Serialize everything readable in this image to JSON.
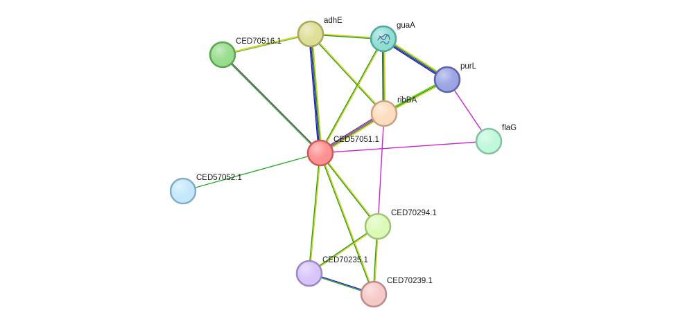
{
  "nodes": [
    {
      "id": "CED57051.1",
      "label": "CED57051.1",
      "fill": "#fd8f8f",
      "stroke": "#cf5a5a"
    },
    {
      "id": "adhE",
      "label": "adhE",
      "fill": "#dede96",
      "stroke": "#a7a75e"
    },
    {
      "id": "guaA",
      "label": "guaA",
      "fill": "#8fddd2",
      "stroke": "#4fa79d",
      "has_structure": true
    },
    {
      "id": "purL",
      "label": "purL",
      "fill": "#9aa3e3",
      "stroke": "#5c64ab"
    },
    {
      "id": "CED70516.1",
      "label": "CED70516.1",
      "fill": "#95dc8b",
      "stroke": "#5ba64f"
    },
    {
      "id": "ribBA",
      "label": "ribBA",
      "fill": "#fcdcbc",
      "stroke": "#c8a282"
    },
    {
      "id": "flaG",
      "label": "flaG",
      "fill": "#bff8da",
      "stroke": "#85c2a1"
    },
    {
      "id": "CED57052.1",
      "label": "CED57052.1",
      "fill": "#c3e7fb",
      "stroke": "#85aec6"
    },
    {
      "id": "CED70294.1",
      "label": "CED70294.1",
      "fill": "#dcf9b6",
      "stroke": "#a2c37a"
    },
    {
      "id": "CED70235.1",
      "label": "CED70235.1",
      "fill": "#d7c3fb",
      "stroke": "#9e87c4"
    },
    {
      "id": "CED70239.1",
      "label": "CED70239.1",
      "fill": "#f6c8c8",
      "stroke": "#be8b8b"
    }
  ],
  "edges": [
    {
      "source": "CED70516.1",
      "target": "adhE",
      "colors": [
        "#d4d400",
        "#7ab84a"
      ]
    },
    {
      "source": "CED70516.1",
      "target": "CED57051.1",
      "colors": [
        "#4a4a4a",
        "#2e9a2e"
      ]
    },
    {
      "source": "adhE",
      "target": "guaA",
      "colors": [
        "#d4d400",
        "#2e9a2e"
      ]
    },
    {
      "source": "adhE",
      "target": "ribBA",
      "colors": [
        "#d4d400",
        "#2e9a2e"
      ]
    },
    {
      "source": "adhE",
      "target": "CED57051.1",
      "colors": [
        "#d4d400",
        "#2e9a2e",
        "#2222cc",
        "#222288"
      ]
    },
    {
      "source": "guaA",
      "target": "purL",
      "colors": [
        "#d4d400",
        "#2e9a2e",
        "#2222cc",
        "#222288"
      ]
    },
    {
      "source": "guaA",
      "target": "ribBA",
      "colors": [
        "#d4d400",
        "#2e9a2e",
        "#555555"
      ]
    },
    {
      "source": "guaA",
      "target": "CED57051.1",
      "colors": [
        "#d4d400",
        "#2e9a2e"
      ]
    },
    {
      "source": "purL",
      "target": "ribBA",
      "colors": [
        "#d4d400",
        "#2e9a2e",
        "#55cc00"
      ]
    },
    {
      "source": "purL",
      "target": "flaG",
      "colors": [
        "#cc22cc"
      ]
    },
    {
      "source": "ribBA",
      "target": "CED57051.1",
      "colors": [
        "#d4d400",
        "#2e9a2e",
        "#cc22cc",
        "#555555"
      ]
    },
    {
      "source": "ribBA",
      "target": "CED70294.1",
      "colors": [
        "#cc22cc"
      ]
    },
    {
      "source": "flaG",
      "target": "CED57051.1",
      "colors": [
        "#cc22cc"
      ]
    },
    {
      "source": "CED57052.1",
      "target": "CED57051.1",
      "colors": [
        "#2eaa2e"
      ]
    },
    {
      "source": "CED57051.1",
      "target": "CED70294.1",
      "colors": [
        "#d4d400",
        "#2e9a2e"
      ]
    },
    {
      "source": "CED57051.1",
      "target": "CED70235.1",
      "colors": [
        "#d4d400",
        "#2e9a2e"
      ]
    },
    {
      "source": "CED57051.1",
      "target": "CED70239.1",
      "colors": [
        "#d4d400",
        "#2e9a2e"
      ]
    },
    {
      "source": "CED70294.1",
      "target": "CED70235.1",
      "colors": [
        "#d4d400",
        "#2e9a2e"
      ]
    },
    {
      "source": "CED70294.1",
      "target": "CED70239.1",
      "colors": [
        "#d4d400",
        "#2e9a2e"
      ]
    },
    {
      "source": "CED70235.1",
      "target": "CED70239.1",
      "colors": [
        "#2222cc",
        "#2e9a2e"
      ]
    }
  ]
}
